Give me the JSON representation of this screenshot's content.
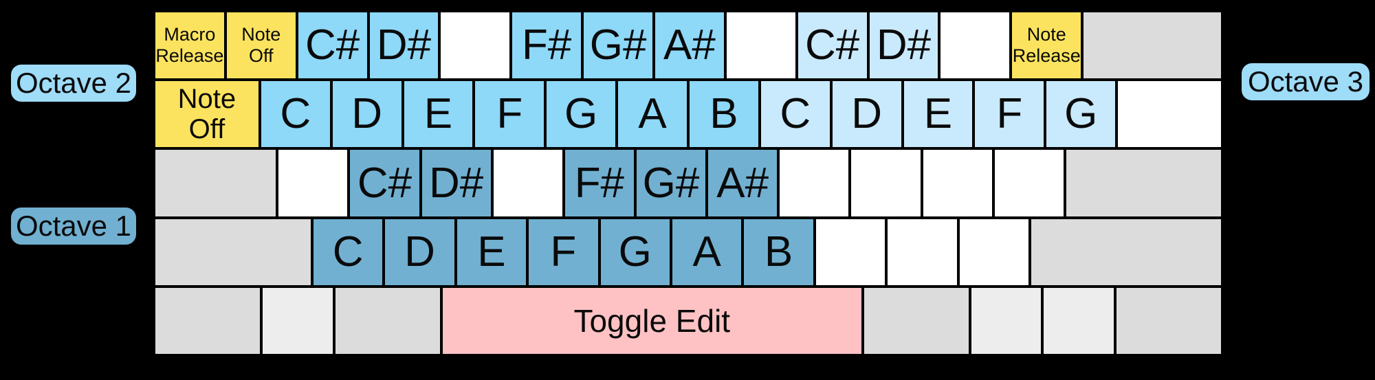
{
  "labels": {
    "octave1": "Octave 1",
    "octave2": "Octave 2",
    "octave3": "Octave 3"
  },
  "colors": {
    "background": "#000000",
    "key_border": "#000000",
    "text": "#0a0a0a",
    "yellow": "#fbe35f",
    "octave2_blue": "#8ed8f8",
    "octave3_blue": "#c9eafc",
    "octave1_blue": "#71b0d1",
    "key_white": "#ffffff",
    "key_gray": "#dcdcdc",
    "key_gray_light": "#ededed",
    "pink": "#ffc2c4",
    "pill_light_blue": "#9edcf8",
    "pill_steel_blue": "#71b0d1"
  },
  "keyboard": {
    "rows": [
      {
        "name": "number-row",
        "keys": [
          {
            "name": "key-macro-release",
            "label": "Macro\nRelease",
            "type": "yellow",
            "size": "sm",
            "w": 1
          },
          {
            "name": "key-note-off-top",
            "label": "Note\nOff",
            "type": "yellow",
            "size": "sm",
            "w": 1
          },
          {
            "name": "key-csharp-oct2",
            "label": "C#",
            "type": "oct2",
            "size": "lg",
            "w": 1
          },
          {
            "name": "key-dsharp-oct2",
            "label": "D#",
            "type": "oct2",
            "size": "lg",
            "w": 1
          },
          {
            "name": "key-unmapped",
            "label": "",
            "type": "blank",
            "size": "lg",
            "w": 1
          },
          {
            "name": "key-fsharp-oct2",
            "label": "F#",
            "type": "oct2",
            "size": "lg",
            "w": 1
          },
          {
            "name": "key-gsharp-oct2",
            "label": "G#",
            "type": "oct2",
            "size": "lg",
            "w": 1
          },
          {
            "name": "key-asharp-oct2",
            "label": "A#",
            "type": "oct2",
            "size": "lg",
            "w": 1
          },
          {
            "name": "key-unmapped",
            "label": "",
            "type": "blank",
            "size": "lg",
            "w": 1
          },
          {
            "name": "key-csharp-oct3",
            "label": "C#",
            "type": "oct3",
            "size": "lg",
            "w": 1
          },
          {
            "name": "key-dsharp-oct3",
            "label": "D#",
            "type": "oct3",
            "size": "lg",
            "w": 1
          },
          {
            "name": "key-unmapped",
            "label": "",
            "type": "blank",
            "size": "lg",
            "w": 1
          },
          {
            "name": "key-note-release",
            "label": "Note\nRelease",
            "type": "yellow",
            "size": "sm",
            "w": 1
          },
          {
            "name": "key-backspace-unmapped",
            "label": "",
            "type": "gray",
            "size": "lg",
            "w": 2
          }
        ]
      },
      {
        "name": "qwerty-row",
        "keys": [
          {
            "name": "key-note-off",
            "label": "Note\nOff",
            "type": "yellow",
            "size": "md",
            "w": 1.5
          },
          {
            "name": "key-c-oct2",
            "label": "C",
            "type": "oct2",
            "size": "lg",
            "w": 1
          },
          {
            "name": "key-d-oct2",
            "label": "D",
            "type": "oct2",
            "size": "lg",
            "w": 1
          },
          {
            "name": "key-e-oct2",
            "label": "E",
            "type": "oct2",
            "size": "lg",
            "w": 1
          },
          {
            "name": "key-f-oct2",
            "label": "F",
            "type": "oct2",
            "size": "lg",
            "w": 1
          },
          {
            "name": "key-g-oct2",
            "label": "G",
            "type": "oct2",
            "size": "lg",
            "w": 1
          },
          {
            "name": "key-a-oct2",
            "label": "A",
            "type": "oct2",
            "size": "lg",
            "w": 1
          },
          {
            "name": "key-b-oct2",
            "label": "B",
            "type": "oct2",
            "size": "lg",
            "w": 1
          },
          {
            "name": "key-c-oct3",
            "label": "C",
            "type": "oct3",
            "size": "lg",
            "w": 1
          },
          {
            "name": "key-d-oct3",
            "label": "D",
            "type": "oct3",
            "size": "lg",
            "w": 1
          },
          {
            "name": "key-e-oct3",
            "label": "E",
            "type": "oct3",
            "size": "lg",
            "w": 1
          },
          {
            "name": "key-f-oct3",
            "label": "F",
            "type": "oct3",
            "size": "lg",
            "w": 1
          },
          {
            "name": "key-g-oct3",
            "label": "G",
            "type": "oct3",
            "size": "lg",
            "w": 1
          },
          {
            "name": "key-unmapped",
            "label": "",
            "type": "blank",
            "size": "lg",
            "w": 1.5
          }
        ]
      },
      {
        "name": "home-row",
        "keys": [
          {
            "name": "key-capslock-unmapped",
            "label": "",
            "type": "gray",
            "size": "lg",
            "w": 1.75
          },
          {
            "name": "key-unmapped",
            "label": "",
            "type": "blank",
            "size": "lg",
            "w": 1
          },
          {
            "name": "key-csharp-oct1",
            "label": "C#",
            "type": "oct1",
            "size": "lg",
            "w": 1
          },
          {
            "name": "key-dsharp-oct1",
            "label": "D#",
            "type": "oct1",
            "size": "lg",
            "w": 1
          },
          {
            "name": "key-unmapped",
            "label": "",
            "type": "blank",
            "size": "lg",
            "w": 1
          },
          {
            "name": "key-fsharp-oct1",
            "label": "F#",
            "type": "oct1",
            "size": "lg",
            "w": 1
          },
          {
            "name": "key-gsharp-oct1",
            "label": "G#",
            "type": "oct1",
            "size": "lg",
            "w": 1
          },
          {
            "name": "key-asharp-oct1",
            "label": "A#",
            "type": "oct1",
            "size": "lg",
            "w": 1
          },
          {
            "name": "key-unmapped",
            "label": "",
            "type": "blank",
            "size": "lg",
            "w": 1
          },
          {
            "name": "key-unmapped",
            "label": "",
            "type": "blank",
            "size": "lg",
            "w": 1
          },
          {
            "name": "key-unmapped",
            "label": "",
            "type": "blank",
            "size": "lg",
            "w": 1
          },
          {
            "name": "key-unmapped",
            "label": "",
            "type": "blank",
            "size": "lg",
            "w": 1
          },
          {
            "name": "key-enter-unmapped",
            "label": "",
            "type": "gray",
            "size": "lg",
            "w": 2.25
          }
        ]
      },
      {
        "name": "bottom-letter-row",
        "keys": [
          {
            "name": "key-shift-unmapped",
            "label": "",
            "type": "gray",
            "size": "lg",
            "w": 2.25
          },
          {
            "name": "key-c-oct1",
            "label": "C",
            "type": "oct1",
            "size": "lg",
            "w": 1
          },
          {
            "name": "key-d-oct1",
            "label": "D",
            "type": "oct1",
            "size": "lg",
            "w": 1
          },
          {
            "name": "key-e-oct1",
            "label": "E",
            "type": "oct1",
            "size": "lg",
            "w": 1
          },
          {
            "name": "key-f-oct1",
            "label": "F",
            "type": "oct1",
            "size": "lg",
            "w": 1
          },
          {
            "name": "key-g-oct1",
            "label": "G",
            "type": "oct1",
            "size": "lg",
            "w": 1
          },
          {
            "name": "key-a-oct1",
            "label": "A",
            "type": "oct1",
            "size": "lg",
            "w": 1
          },
          {
            "name": "key-b-oct1",
            "label": "B",
            "type": "oct1",
            "size": "lg",
            "w": 1
          },
          {
            "name": "key-unmapped",
            "label": "",
            "type": "blank",
            "size": "lg",
            "w": 1
          },
          {
            "name": "key-unmapped",
            "label": "",
            "type": "blank",
            "size": "lg",
            "w": 1
          },
          {
            "name": "key-unmapped",
            "label": "",
            "type": "blank",
            "size": "lg",
            "w": 1
          },
          {
            "name": "key-rshift-unmapped",
            "label": "",
            "type": "gray",
            "size": "lg",
            "w": 2.75
          }
        ]
      },
      {
        "name": "space-row",
        "keys": [
          {
            "name": "key-ctrl-unmapped",
            "label": "",
            "type": "gray",
            "size": "lg",
            "w": 1.5
          },
          {
            "name": "key-meta-unmapped",
            "label": "",
            "type": "gray-light",
            "size": "lg",
            "w": 1
          },
          {
            "name": "key-alt-unmapped",
            "label": "",
            "type": "gray",
            "size": "lg",
            "w": 1.5
          },
          {
            "name": "key-toggle-edit",
            "label": "Toggle Edit",
            "type": "pink",
            "size": "ed",
            "w": 6
          },
          {
            "name": "key-ralt-unmapped",
            "label": "",
            "type": "gray",
            "size": "lg",
            "w": 1.5
          },
          {
            "name": "key-rmeta-unmapped",
            "label": "",
            "type": "gray-light",
            "size": "lg",
            "w": 1
          },
          {
            "name": "key-menu-unmapped",
            "label": "",
            "type": "gray-light",
            "size": "lg",
            "w": 1
          },
          {
            "name": "key-rctrl-unmapped",
            "label": "",
            "type": "gray",
            "size": "lg",
            "w": 1.5
          }
        ]
      }
    ]
  }
}
